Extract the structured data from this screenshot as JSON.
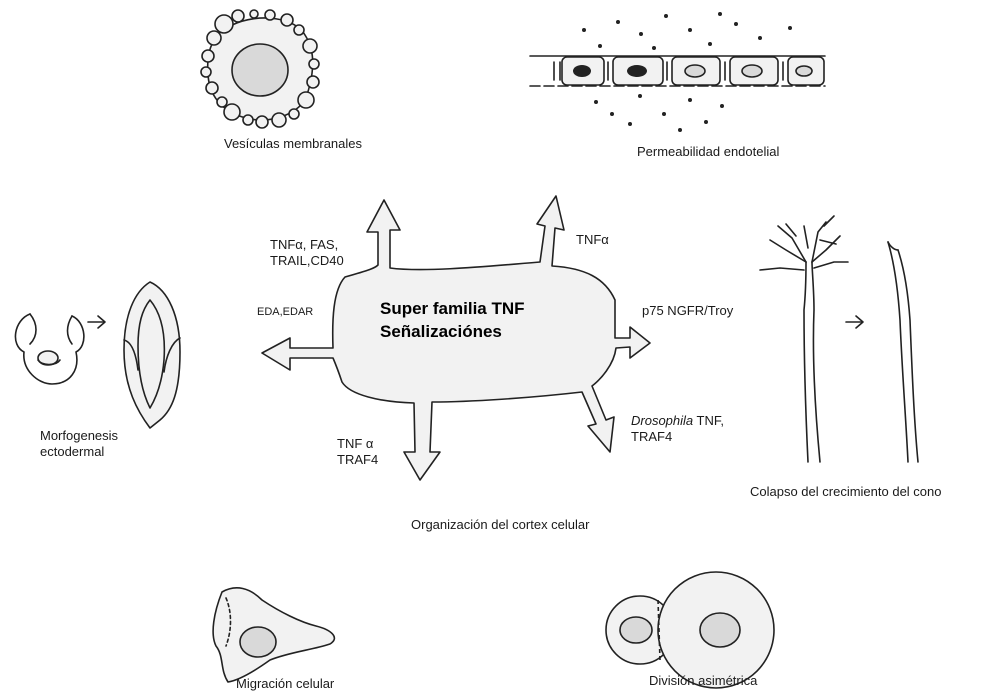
{
  "center": {
    "line1": "Super familia TNF",
    "line2": "Señalizaciónes"
  },
  "arrows": {
    "upper_left": {
      "line1": "TNFα, FAS,",
      "line2": "TRAIL,CD40"
    },
    "upper_right": {
      "line1": "TNFα"
    },
    "left": {
      "line1": "EDA,EDAR"
    },
    "right": {
      "line1": "p75 NGFR/Troy"
    },
    "lower_left": {
      "line1": "TNF α",
      "line2": "TRAF4"
    },
    "lower_right": {
      "line1_italic": "Drosophila",
      "line1_rest": " TNF,",
      "line2": "TRAF4"
    }
  },
  "processes": {
    "vesicles": "Vesículas membranales",
    "permeability": "Permeabilidad endotelial",
    "morphogenesis_line1": "Morfogenesis",
    "morphogenesis_line2": "ectodermal",
    "growth_cone": "Colapso del crecimiento del cono",
    "cortex": "Organización del cortex celular",
    "migration": "Migración celular",
    "division": "División asimétrica"
  }
}
